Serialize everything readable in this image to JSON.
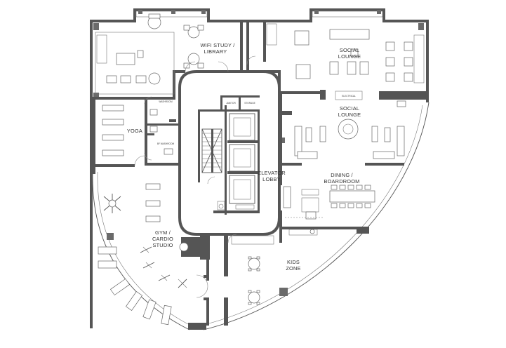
{
  "rooms": {
    "wifi_study": "WIFI STUDY /",
    "library": "LIBRARY",
    "social_lounge_1a": "SOCIAL",
    "social_lounge_1b": "LOUNGE",
    "social_lounge_2a": "SOCIAL",
    "social_lounge_2b": "LOUNGE",
    "yoga": "YOGA",
    "elevator": "ELEVATOR",
    "lobby": "LOBBY",
    "dining": "DINING /",
    "boardroom": "BOARDROOM",
    "gym": "GYM /",
    "cardio": "CARDIO",
    "studio": "STUDIO",
    "kids": "KIDS",
    "zone": "ZONE"
  },
  "small_labels": {
    "washroom": "WASHROOM",
    "bf_washroom": "BF WASHROOM",
    "janitor": "JANITOR",
    "storage": "STORAGE",
    "electrical": "ELECTRICAL"
  },
  "colors": {
    "wall": "#555555",
    "line": "#777777",
    "background": "#ffffff"
  }
}
